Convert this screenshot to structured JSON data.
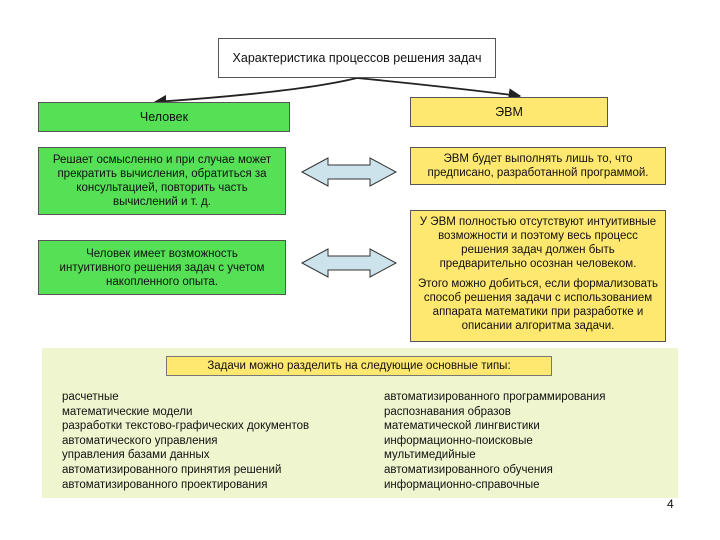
{
  "title": "Характеристика процессов решения задач",
  "human": {
    "label": "Человек",
    "text1": "Решает осмысленно и при случае может прекратить вычисления, обратиться за консультацией, повторить часть вычислений и т. д.",
    "text2": "Человек имеет возможность интуитивного решения задач с учетом накопленного опыта."
  },
  "ebm": {
    "label": "ЭВМ",
    "text1": "ЭВМ будет выполнять лишь то, что предписано, разработанной программой.",
    "text2a": "У ЭВМ полностью отсутствуют интуитивные возможности и поэтому весь процесс решения задач должен быть предварительно осознан человеком.",
    "text2b": "Этого можно добиться, если формализовать способ решения задачи с использованием аппарата математики при разработке и описании алгоритма задачи."
  },
  "types": {
    "title": "Задачи можно разделить на следующие основные типы:",
    "left": [
      "расчетные",
      "математические модели",
      "разработки текстово-графических документов",
      "автоматического управления",
      "управления базами данных",
      "автоматизированного принятия решений",
      "автоматизированного проектирования"
    ],
    "right": [
      "автоматизированного программирования",
      "распознавания образов",
      "математической лингвистики",
      "информационно-поисковые",
      "мультимедийные",
      "автоматизированного обучения",
      "информационно-справочные"
    ]
  },
  "page_number": "4",
  "colors": {
    "green": "#55e055",
    "yellow": "#ffe870",
    "panel": "#eef5cf",
    "arrow_fill": "#cde3ec"
  }
}
